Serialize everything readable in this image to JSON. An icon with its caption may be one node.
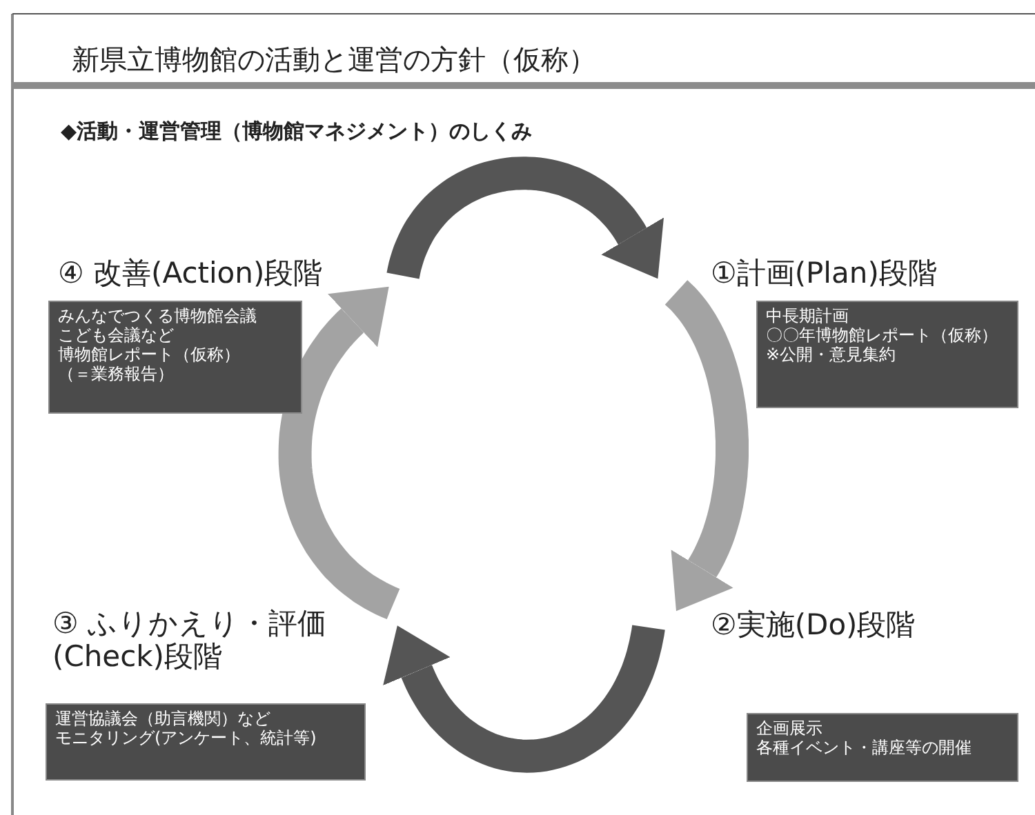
{
  "diagram": {
    "title": "新県立博物館の活動と運営の方針（仮称）",
    "nodes": [
      {
        "text": [
          "①計画(Plan)段階",
          "中長期計画〇〇年博物館レポート（仮称）※公開・意見集約"
        ]
      },
      {
        "text": [
          "②実施(Do)段階",
          "企画展示各種イベント・講座等の開催"
        ]
      },
      {
        "text": [
          "③ ふりかえり・評価(Check)段階",
          "運営協議会（助言機関）などモニタリング(アンケート、統計等)"
        ]
      },
      {
        "text": [
          "④ 改善(Action)段階",
          "みんなでつくる博物館会議こども会議など博物館レポート（仮称）（＝業務報告）"
        ]
      }
    ],
    "edges": [
      {
        "from": 3,
        "to": 0,
        "arrow": "to"
      },
      {
        "from": 0,
        "to": 1,
        "arrow": "to",
        "color": "#a3a3a3"
      },
      {
        "from": 1,
        "to": 2,
        "arrow": "to"
      },
      {
        "from": 2,
        "to": 3,
        "arrow": "to",
        "color": "#a3a3a3"
      }
    ],
    "labels": [
      "◆活動・運営管理（博物館マネジメント）のしくみ"
    ]
  }
}
